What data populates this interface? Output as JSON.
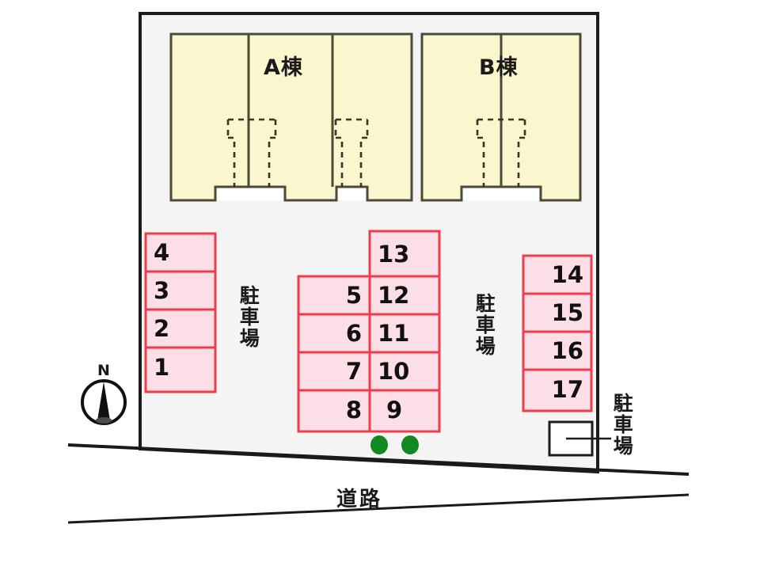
{
  "diagram": {
    "title": "apartment-site-plan",
    "colors": {
      "site_fill": "#f4f4f4",
      "site_border": "#1c1c1c",
      "building_fill": "#faf6cd",
      "building_border": "#4a4a38",
      "stall_fill": "#fcdee7",
      "stall_border": "#f03c4a",
      "tree_fill": "#118822",
      "road_line": "#1a1a1a",
      "text": "#111111"
    }
  },
  "buildings": [
    {
      "id": "a",
      "label": "A棟"
    },
    {
      "id": "b",
      "label": "B棟"
    }
  ],
  "parking_labels": [
    {
      "id": "west",
      "text": "駐車場"
    },
    {
      "id": "east",
      "text": "駐車場"
    },
    {
      "id": "callout",
      "text": "駐車場"
    }
  ],
  "parking_stalls": {
    "west_block": [
      {
        "number": "4",
        "align": "left"
      },
      {
        "number": "3",
        "align": "left"
      },
      {
        "number": "2",
        "align": "left"
      },
      {
        "number": "1",
        "align": "left"
      }
    ],
    "center_left_block": [
      {
        "number": "5",
        "align": "right"
      },
      {
        "number": "6",
        "align": "right"
      },
      {
        "number": "7",
        "align": "right"
      },
      {
        "number": "8",
        "align": "right"
      }
    ],
    "center_right_block": [
      {
        "number": "13",
        "align": "left"
      },
      {
        "number": "12",
        "align": "left"
      },
      {
        "number": "11",
        "align": "left"
      },
      {
        "number": "10",
        "align": "left"
      },
      {
        "number": "9",
        "align": "left"
      }
    ],
    "east_block": [
      {
        "number": "14",
        "align": "right"
      },
      {
        "number": "15",
        "align": "right"
      },
      {
        "number": "16",
        "align": "right"
      },
      {
        "number": "17",
        "align": "right"
      }
    ]
  },
  "road": {
    "label": "道路"
  },
  "compass": {
    "north_label": "N"
  },
  "trees": [
    {
      "id": "tree-1"
    },
    {
      "id": "tree-2"
    }
  ]
}
